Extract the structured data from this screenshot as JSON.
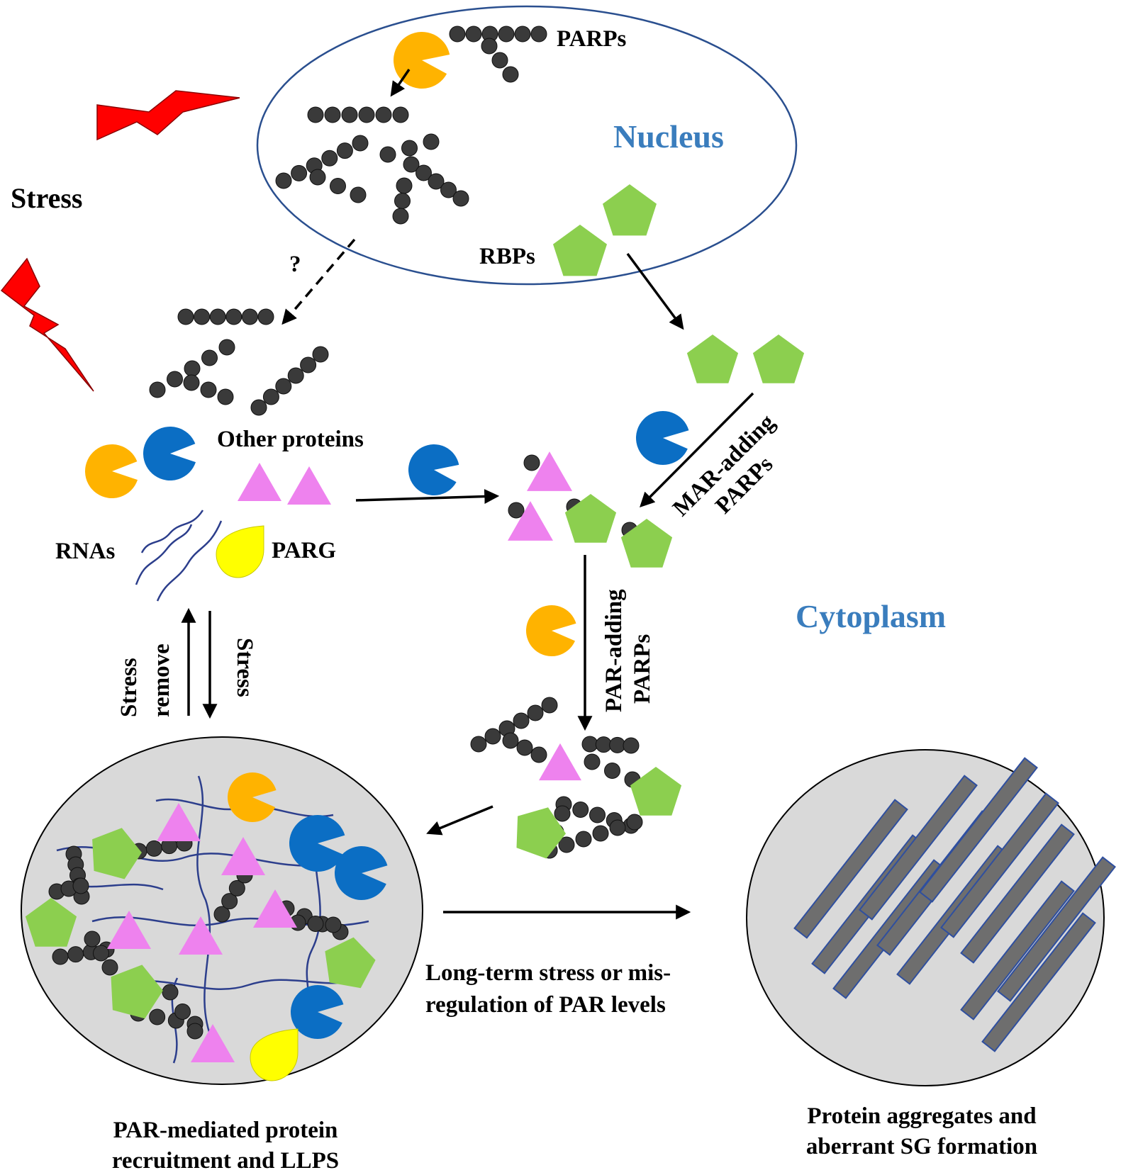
{
  "labels": {
    "stress": "Stress",
    "nucleus": "Nucleus",
    "cytoplasm": "Cytoplasm",
    "parps": "PARPs",
    "rbps": "RBPs",
    "question": "?",
    "other_proteins": "Other proteins",
    "rnas": "RNAs",
    "parg": "PARG",
    "mar_line1": "MAR-adding",
    "mar_line2": "PARPs",
    "par_line1": "PAR-adding",
    "par_line2": "PARPs",
    "stress_remove_line1": "Stress",
    "stress_remove_line2": "remove",
    "stress_down": "Stress",
    "long_term_line1": "Long-term stress or mis-",
    "long_term_line2": "regulation of PAR levels",
    "llps_line1": "PAR-mediated protein",
    "llps_line2": "recruitment and LLPS",
    "aggregates_line1": "Protein aggregates and",
    "aggregates_line2": "aberrant SG formation"
  },
  "colors": {
    "region_text": "#3a7dbd",
    "stress_bolt": "#ff0000",
    "par_bead": "#3a3a3a",
    "parp_orange": "#ffb300",
    "parp_blue": "#0b6ec4",
    "rbp_green": "#8ccf4f",
    "protein_pink": "#ee82ee",
    "parg_yellow": "#ffff00",
    "droplet_fill": "#d9d9d9",
    "fibril_fill": "#6e6e6e",
    "fibril_edge": "#2f4f9f",
    "rna_line": "#2c3e8c"
  }
}
